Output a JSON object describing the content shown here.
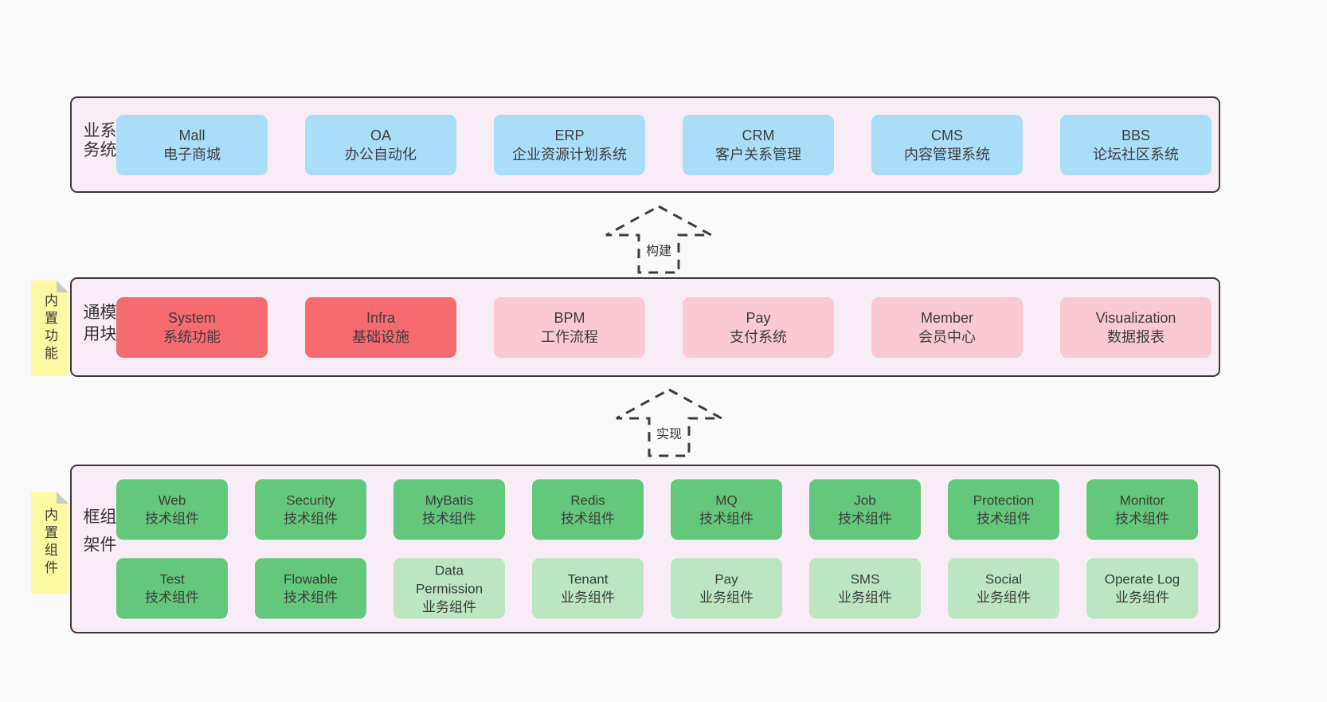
{
  "colors": {
    "page_bg": "#fafafa",
    "panel_bg": "#f8edf6",
    "panel_border": "#3a3a3a",
    "blue": "#aadef8",
    "red": "#f56b70",
    "pink": "#fac9d3",
    "green_dark": "#63c77c",
    "green_light": "#bce5c1",
    "note_yellow": "#fbf9a2",
    "note_fold": "#c9c9c9",
    "text": "#3d3d3d"
  },
  "business_layer": {
    "label": "业务系统",
    "boxes": [
      {
        "name": "Mall",
        "desc": "电子商城"
      },
      {
        "name": "OA",
        "desc": "办公自动化"
      },
      {
        "name": "ERP",
        "desc": "企业资源计划系统"
      },
      {
        "name": "CRM",
        "desc": "客户关系管理"
      },
      {
        "name": "CMS",
        "desc": "内容管理系统"
      },
      {
        "name": "BBS",
        "desc": "论坛社区系统"
      }
    ]
  },
  "arrows": [
    {
      "label": "构建"
    },
    {
      "label": "实现"
    }
  ],
  "module_layer": {
    "label": "通用模块",
    "note": "内置功能",
    "boxes": [
      {
        "name": "System",
        "desc": "系统功能",
        "variant": "red"
      },
      {
        "name": "Infra",
        "desc": "基础设施",
        "variant": "red"
      },
      {
        "name": "BPM",
        "desc": "工作流程",
        "variant": "pink"
      },
      {
        "name": "Pay",
        "desc": "支付系统",
        "variant": "pink"
      },
      {
        "name": "Member",
        "desc": "会员中心",
        "variant": "pink"
      },
      {
        "name": "Visualization",
        "desc": "数据报表",
        "variant": "pink"
      }
    ]
  },
  "framework_layer": {
    "label": "框架组件",
    "note": "内置组件",
    "rows": [
      [
        {
          "name": "Web",
          "desc": "技术组件",
          "variant": "dark"
        },
        {
          "name": "Security",
          "desc": "技术组件",
          "variant": "dark"
        },
        {
          "name": "MyBatis",
          "desc": "技术组件",
          "variant": "dark"
        },
        {
          "name": "Redis",
          "desc": "技术组件",
          "variant": "dark"
        },
        {
          "name": "MQ",
          "desc": "技术组件",
          "variant": "dark"
        },
        {
          "name": "Job",
          "desc": "技术组件",
          "variant": "dark"
        },
        {
          "name": "Protection",
          "desc": "技术组件",
          "variant": "dark"
        },
        {
          "name": "Monitor",
          "desc": "技术组件",
          "variant": "dark"
        }
      ],
      [
        {
          "name": "Test",
          "desc": "技术组件",
          "variant": "dark"
        },
        {
          "name": "Flowable",
          "desc": "技术组件",
          "variant": "dark"
        },
        {
          "name": "Data Permission",
          "desc": "业务组件",
          "variant": "light"
        },
        {
          "name": "Tenant",
          "desc": "业务组件",
          "variant": "light"
        },
        {
          "name": "Pay",
          "desc": "业务组件",
          "variant": "light"
        },
        {
          "name": "SMS",
          "desc": "业务组件",
          "variant": "light"
        },
        {
          "name": "Social",
          "desc": "业务组件",
          "variant": "light"
        },
        {
          "name": "Operate Log",
          "desc": "业务组件",
          "variant": "light"
        }
      ]
    ]
  }
}
